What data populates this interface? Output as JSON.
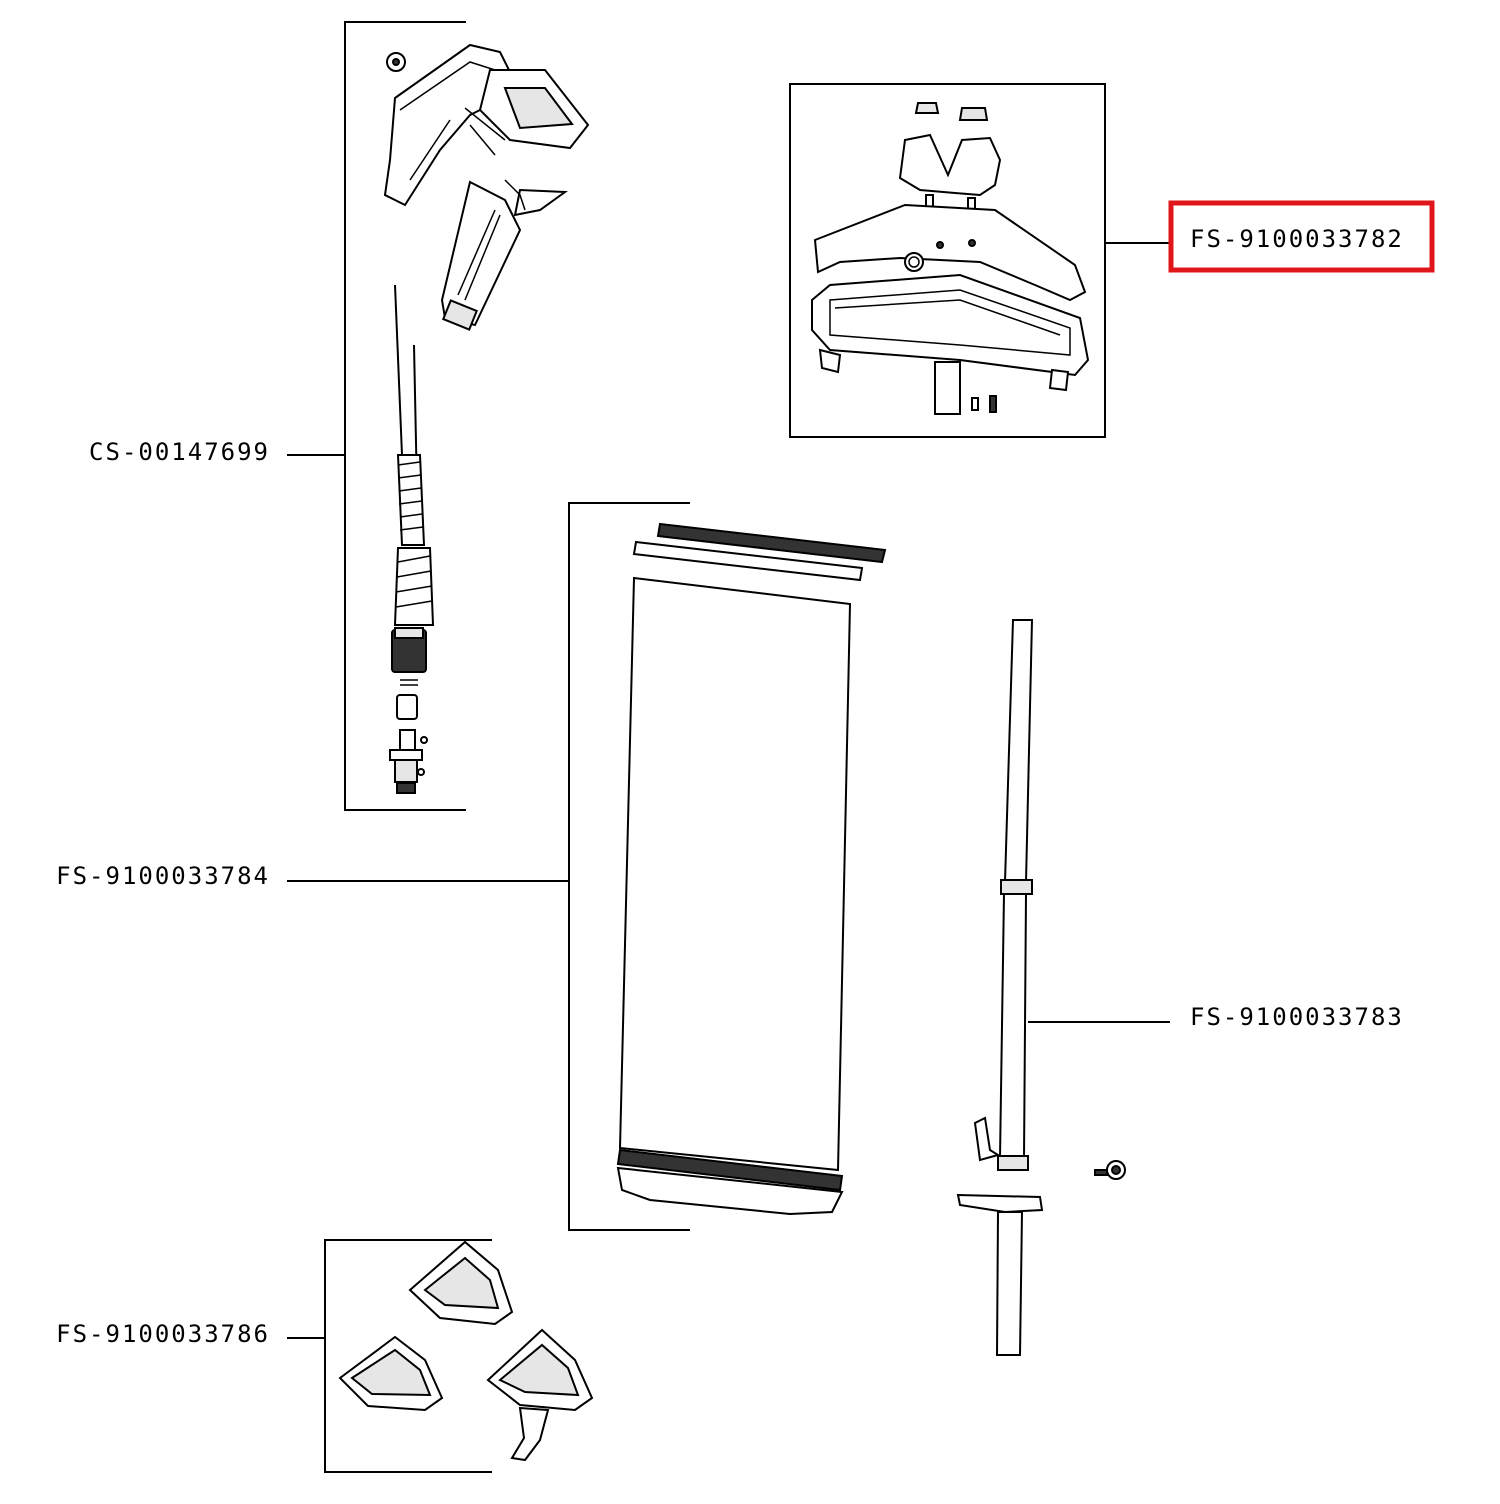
{
  "parts": [
    {
      "id": "cs-00147699",
      "label": "CS-00147699",
      "highlighted": false
    },
    {
      "id": "fs-9100033782",
      "label": "FS-9100033782",
      "highlighted": true
    },
    {
      "id": "fs-9100033784",
      "label": "FS-9100033784",
      "highlighted": false
    },
    {
      "id": "fs-9100033783",
      "label": "FS-9100033783",
      "highlighted": false
    },
    {
      "id": "fs-9100033786",
      "label": "FS-9100033786",
      "highlighted": false
    }
  ],
  "colors": {
    "highlight": "#e0161b",
    "line": "#000000",
    "background": "#ffffff"
  },
  "icons": [
    "steam-handle-hose-icon",
    "hanger-head-icon",
    "creasing-board-icon",
    "telescopic-pole-icon",
    "accessory-brushes-icon"
  ]
}
